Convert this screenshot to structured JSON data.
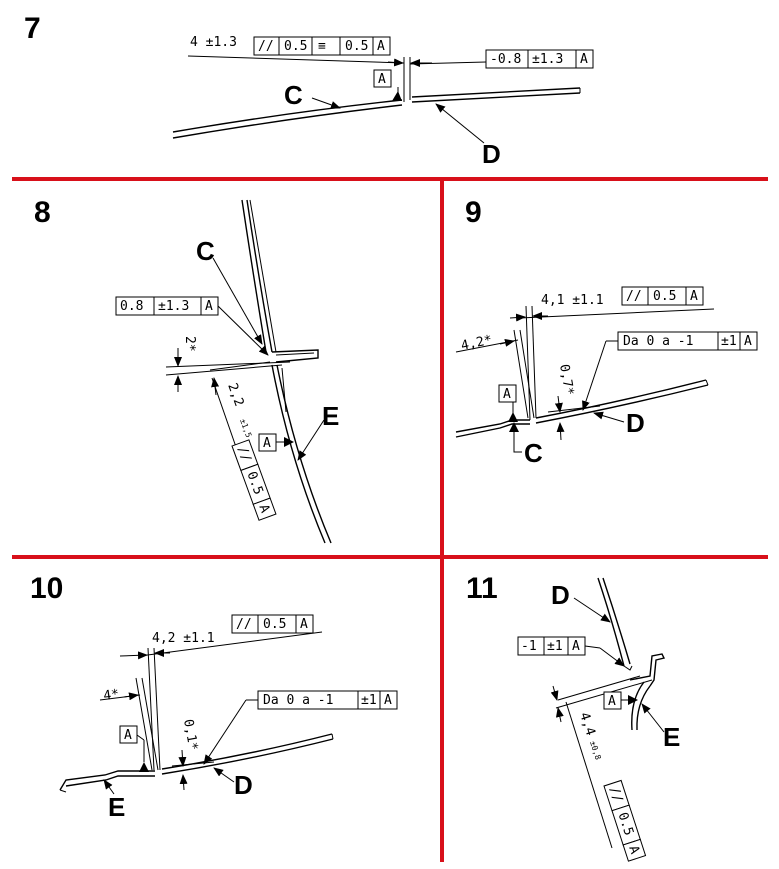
{
  "panels": [
    {
      "number": "7",
      "frames": [
        [
          "4 ±1.3",
          "//",
          "0.5",
          "≡",
          "0.5",
          "A"
        ],
        [
          "-0.8",
          "±1.3",
          "A"
        ]
      ],
      "datum": "A",
      "labels": [
        "C",
        "D"
      ]
    },
    {
      "number": "8",
      "frames": [
        [
          "0.8",
          "±1.3",
          "A"
        ],
        [
          "//",
          "0.5",
          "A"
        ]
      ],
      "dims": [
        "2*",
        "2,2",
        "±1,5"
      ],
      "datum": "A",
      "labels": [
        "C",
        "E"
      ]
    },
    {
      "number": "9",
      "frames": [
        [
          "4,1 ±1.1",
          "//",
          "0.5",
          "A"
        ],
        [
          "Da 0 a -1",
          "±1",
          "A"
        ]
      ],
      "dims": [
        "4,2*",
        "0,7*"
      ],
      "datum": "A",
      "labels": [
        "D",
        "C"
      ]
    },
    {
      "number": "10",
      "frames": [
        [
          "4,2 ±1.1",
          "//",
          "0.5",
          "A"
        ],
        [
          "Da 0 a -1",
          "±1",
          "A"
        ]
      ],
      "dims": [
        "4*",
        "0,1*"
      ],
      "datum": "A",
      "labels": [
        "E",
        "D"
      ]
    },
    {
      "number": "11",
      "frames": [
        [
          "-1",
          "±1",
          "A"
        ],
        [
          "//",
          "0.5",
          "A"
        ]
      ],
      "dims": [
        "4,4",
        "±0,8"
      ],
      "datum": "A",
      "labels": [
        "D",
        "E"
      ]
    }
  ]
}
